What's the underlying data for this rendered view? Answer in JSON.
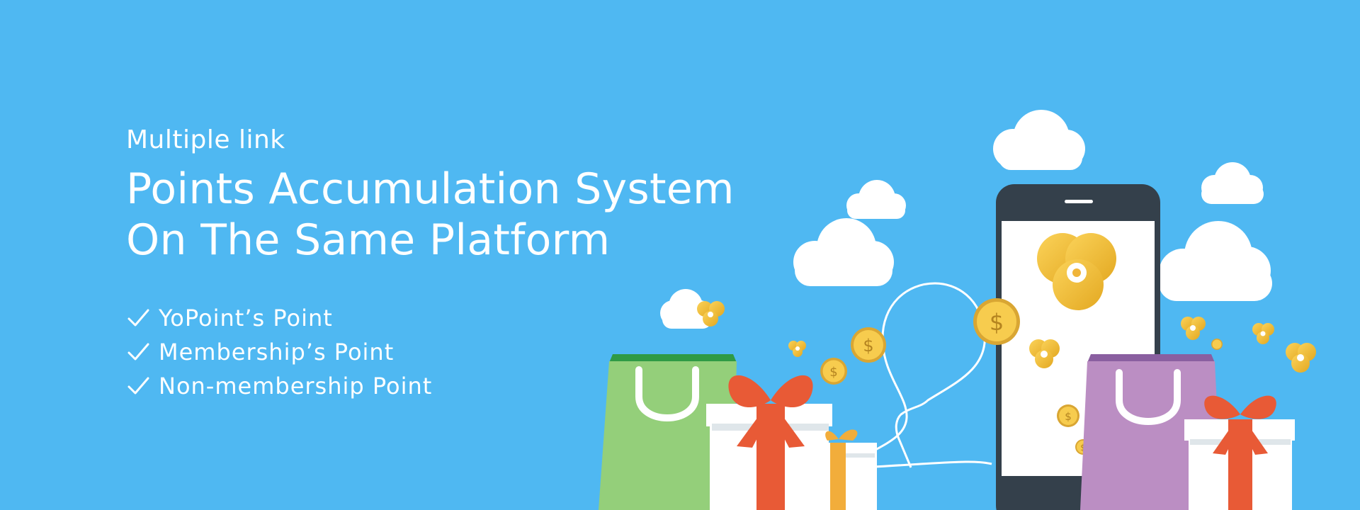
{
  "banner": {
    "eyebrow": "Multiple link",
    "headline_line1": "Points Accumulation System",
    "headline_line2": "On The Same Platform",
    "points": [
      {
        "label": "YoPoint’s Point"
      },
      {
        "label": "Membership’s Point"
      },
      {
        "label": "Non-membership Point"
      }
    ],
    "coin_symbol": "$"
  },
  "colors": {
    "background": "#4fb8f2",
    "text": "#ffffff",
    "phone": "#34404b",
    "coin": "#f7cc4e",
    "coin_rim": "#d9a633",
    "bag_green": "#94cf7a",
    "bag_purple": "#bb8ec3",
    "ribbon": "#e85a36",
    "gift_box": "#ffffff"
  }
}
